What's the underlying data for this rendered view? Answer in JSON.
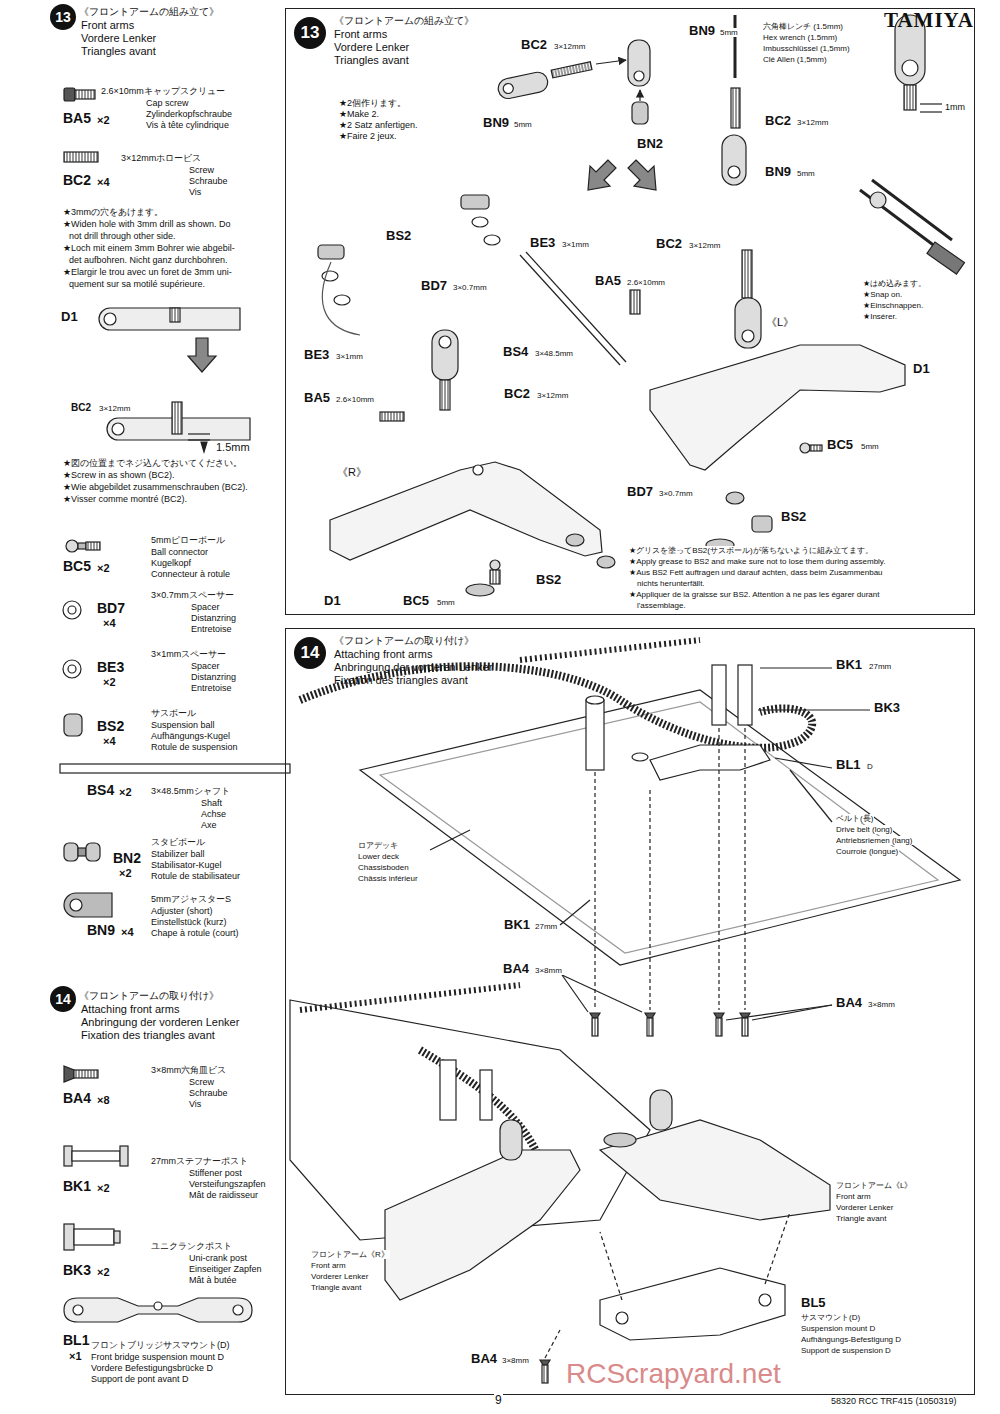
{
  "diagram": {
    "title": "TAMIYA",
    "nodes": [
      {
        "text": [
          "13"
        ]
      },
      {
        "text": [
          "《フロントアームの組み立て》",
          "Front arms",
          "Vordere Lenker",
          "Triangles avant"
        ]
      },
      {
        "text": [
          "13"
        ],
        "in": 1
      },
      {
        "text": [
          "《フロントアームの取り付け》",
          "Attaching front arms",
          "Anbringung der vorderen Lenker",
          "Fixation des triangles avant"
        ]
      },
      {
        "text": [
          "14"
        ],
        "in": 3
      },
      {
        "text": [
          "14"
        ]
      }
    ],
    "labels": [
      "《フロントアームの組み立て》",
      "Front arms",
      "Vordere Lenker",
      "Triangles avant",
      "2.6×10mmキャップスクリュー",
      "Cap screw",
      "Zylinderkopfschraube",
      "Vis à tête cylindrique",
      "BA5",
      "×2",
      "3×12mmホロービス",
      "Screw",
      "Schraube",
      "Vis",
      "BC2",
      "×4",
      "★3mmの穴をあけます。",
      "★Widen hole with 3mm drill as shown. Do",
      "not drill through other side.",
      "★Loch mit einem 3mm Bohrer wie abgebil-",
      "det aufbohren. Nicht ganz durchbohren.",
      "★Elargir le trou avec un foret de 3mm uni-",
      "quement sur sa motilé supérieure.",
      "D1",
      "BC2",
      "3×12mm",
      "1.5mm",
      "★図の位置までネジ込んでおいてください。",
      "★Screw in as shown (BC2).",
      "★Wie abgebildet zusammenschrauben (BC2).",
      "★Visser comme montré (BC2).",
      "5mmピローボール",
      "Ball connector",
      "Kugelkopf",
      "Connecteur à rotule",
      "BC5",
      "×2",
      "3×0.7mmスペーサー",
      "Spacer",
      "Distanzring",
      "Entretoise",
      "BD7",
      "×4",
      "3×1mmスペーサー",
      "Spacer",
      "Distanzring",
      "Entretoise",
      "BE3",
      "×2",
      "サスボール",
      "Suspension ball",
      "Aufhängungs-Kugel",
      "Rotule de suspension",
      "BS2",
      "×4",
      "BS4",
      "×2",
      "3×48.5mmシャフト",
      "Shaft",
      "Achse",
      "Axe",
      "スタビボール",
      "Stabilizer ball",
      "Stabilisator-Kugel",
      "Rotule de stabilisateur",
      "BN2",
      "×2",
      "5mmアジャスターS",
      "Adjuster (short)",
      "Einstellstück (kurz)",
      "Chape à rotule (court)",
      "BN9",
      "×4",
      "《フロントアームの取り付け》",
      "Attaching front arms",
      "Anbringung der vorderen Lenker",
      "Fixation des triangles avant",
      "3×8mm六角皿ビス",
      "Screw",
      "Schraube",
      "Vis",
      "BA4",
      "×8",
      "27mmステフナーポスト",
      "Stiffener post",
      "Versteifungszapfen",
      "Mât de raidisseur",
      "BK1",
      "×2",
      "ユニクランクポスト",
      "Uni-crank post",
      "Einseitiger Zapfen",
      "Mât à butée",
      "BK3",
      "×2",
      "BL1",
      "×1",
      "フロントブリッジサスマウント(D)",
      "Front bridge suspension mount D",
      "Vordere Befestigungsbrücke D",
      "Support de pont avant D",
      "★2個作ります。",
      "★Make 2.",
      "★2 Satz anfertigen.",
      "★Faire 2 jeux.",
      "BC2",
      "3×12mm",
      "BN9",
      "5mm",
      "BN9",
      "5mm",
      "BN2",
      "六角棒レンチ (1.5mm)",
      "Hex wrench (1.5mm)",
      "Imbusschlüssel (1,5mm)",
      "Clé Allen (1,5mm)",
      "BC2",
      "3×12mm",
      "BN9",
      "5mm",
      "1mm",
      "★はめ込みます。",
      "★Snap on.",
      "★Einschnappen.",
      "★Insérer.",
      "BS2",
      "BD7",
      "3×0.7mm",
      "BE3",
      "3×1mm",
      "BC2",
      "3×12mm",
      "BA5",
      "2.6×10mm",
      "《L》",
      "D1",
      "BE3",
      "3×1mm",
      "BS4",
      "3×48.5mm",
      "BA5",
      "2.6×10mm",
      "BC2",
      "3×12mm",
      "《R》",
      "BC5",
      "5mm",
      "BD7",
      "3×0.7mm",
      "BS2",
      "BS2",
      "D1",
      "BC5",
      "5mm",
      "★グリスを塗ってBS2(サスボール)が落ちないように組み立てます。",
      "★Apply grease to BS2 and make sure not to lose them during assembly.",
      "★Aus BS2 Fett auftragen und darauf achten, dass beim Zusammenbau",
      "nichts herunterfällt.",
      "★Appliquer de la graisse sur BS2. Attention à ne pas les égarer durant",
      "l'assemblage.",
      "BK1",
      "27mm",
      "BK3",
      "BL1",
      "D",
      "ベルト(長)",
      "Drive belt (long)",
      "Antriebsriemen (lang)",
      "Courroie (longue)",
      "ロアデッキ",
      "Lower deck",
      "Chassisboden",
      "Châssis inférieur",
      "BK1",
      "27mm",
      "BA4",
      "3×8mm",
      "BA4",
      "3×8mm",
      "フロントアーム《L》",
      "Front arm",
      "Vorderer Lenker",
      "Triangle avant",
      "フロントアーム《R》",
      "Front arm",
      "Vorderer Lenker",
      "Triangle avant",
      "BL5",
      "サスマウント(D)",
      "Suspension mount D",
      "Aufhängungs-Befestigung D",
      "Support de suspension D",
      "BA4",
      "3×8mm",
      "9",
      "58320 RCC TRF415 (1050319)",
      "RCScrapyard.net"
    ]
  }
}
